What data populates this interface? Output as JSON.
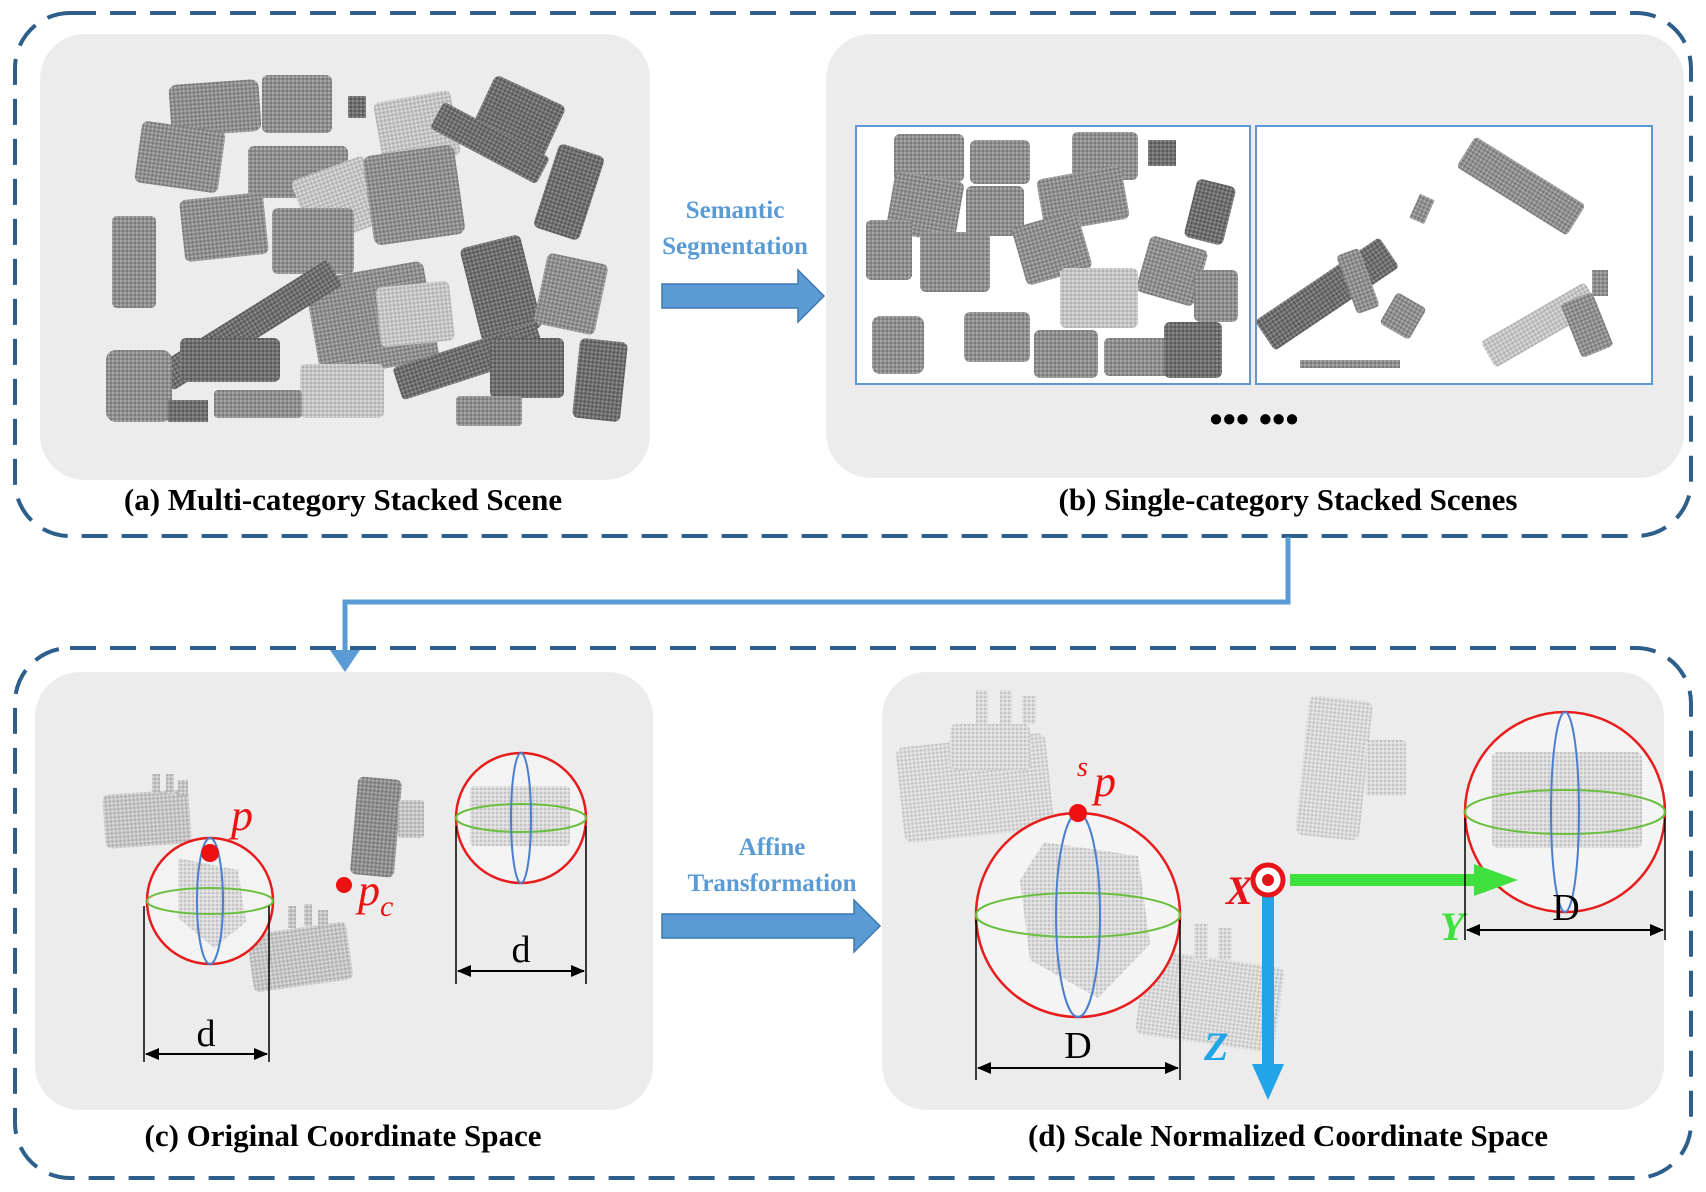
{
  "panels": {
    "a": {
      "caption": "(a) Multi-category Stacked Scene"
    },
    "b": {
      "caption": "(b) Single-category Stacked Scenes",
      "ellipsis": "•••  •••"
    },
    "c": {
      "caption": "(c) Original Coordinate Space",
      "point_label": "p",
      "center_label": "p",
      "center_subscript": "c",
      "dim_label": "d"
    },
    "d": {
      "caption": "(d) Scale Normalized  Coordinate  Space",
      "point_label": "p",
      "point_superscript": "s",
      "dim_label": "D"
    }
  },
  "arrows": {
    "semantic": {
      "line1": "Semantic",
      "line2": "Segmentation"
    },
    "affine": {
      "line1": "Affine",
      "line2": "Transformation"
    }
  },
  "axes": {
    "x": "X",
    "y": "Y",
    "z": "Z"
  },
  "colors": {
    "dashed_border": "#2e5f8a",
    "arrow_blue": "#5b9bd5",
    "panel_bg": "#ececec",
    "sphere_red": "#e81c1c",
    "equator_green": "#6abf3f",
    "meridian_blue": "#4a7fd0",
    "axis_green": "#3ee03e",
    "axis_blue": "#22a5e8",
    "axis_red": "#e8141c"
  }
}
